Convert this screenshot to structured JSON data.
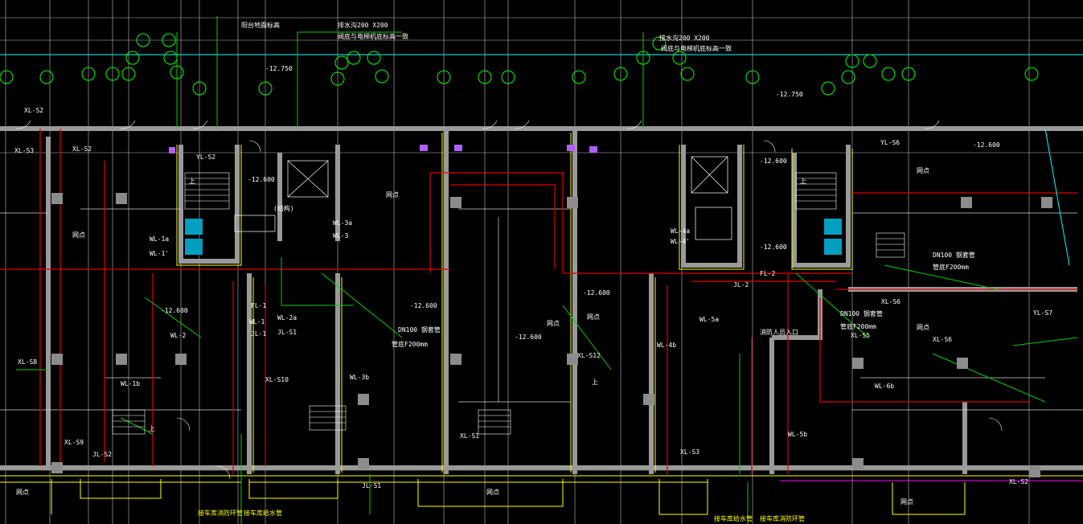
{
  "drawing": {
    "colors": {
      "background": "#000000",
      "wall": "#9a9a9a",
      "wall_outline": "#ffff66",
      "pipe_red": "#e00000",
      "pipe_green": "#00e000",
      "pipe_cyan": "#00ffff",
      "grid": "#ffffff",
      "yellow": "#ffff00",
      "magenta": "#ff00ff"
    },
    "top_notes": {
      "n1": "阳台地面标高",
      "n2": "排水沟200 X200",
      "n3": "阀底与电梯机底标高一致",
      "n4": "排水沟200 X200",
      "n5": "阀底与电梯机底标高一致"
    },
    "elevations": {
      "e1": "-12.750",
      "e2": "-12.750",
      "e3": "-12.600",
      "e4": "-12.600",
      "e5": "-12.600",
      "e6": "-12.600",
      "e7": "-12.600",
      "e8": "-12.600",
      "e9": "-12.600",
      "e10": "-12.600"
    },
    "pipe_notes": {
      "p1": "DN100 钢套管",
      "p2": "管底F200mm",
      "p3": "DN100 钢套管",
      "p4": "管底F200mm",
      "p5": "DN100 钢套管",
      "p6": "管底F200mm"
    },
    "room_labels": {
      "r1": "网点",
      "r2": "网点",
      "r3": "网点",
      "r4": "网点",
      "r5": "网点",
      "r6": "网点",
      "r7": "网点",
      "r8": "网点",
      "r9": "网点",
      "up1": "上",
      "up2": "上",
      "up3": "上",
      "up4": "上"
    },
    "pipe_tags": {
      "t1": "XL-S2",
      "t2": "XL-S3",
      "t3": "XL-S2",
      "t4": "YL-S2",
      "t5": "WL-1a",
      "t6": "WL-1'",
      "t7": "XL-S8",
      "t8": "WL-1b",
      "t9": "WL-2",
      "t10": "JL-S2",
      "t11": "XL-S9",
      "t12": "JL-S1",
      "t13": "WL-2a",
      "t14": "XL-S10",
      "t15": "WL-3b",
      "t16": "XL-S1",
      "t17": "XL-S12",
      "t18": "WL-4b",
      "t19": "WL-5a",
      "t20": "XL-S3",
      "t21": "XL-S6",
      "t22": "XL-S5",
      "t23": "WL-6b",
      "t24": "XL-S6",
      "t25": "WL-5b",
      "t26": "YL-S7",
      "t27": "XL-S2",
      "t28": "JL-S1",
      "t29": "WL-1",
      "t30": "JL-1",
      "t31": "FL-1",
      "t32": "WL-3a",
      "t33": "WL-3",
      "t34": "WL-4a",
      "t35": "WL-4'",
      "t36": "JL-2",
      "t37": "FL-2",
      "t38": "YL-S6"
    },
    "bottom_notes": {
      "b1": "接车库消防环管",
      "b2": "接车库给水管",
      "b3": "接车库给水管",
      "b4": "接车库消防环管",
      "b5": "消防人员入口",
      "b6": "(结构)"
    }
  }
}
